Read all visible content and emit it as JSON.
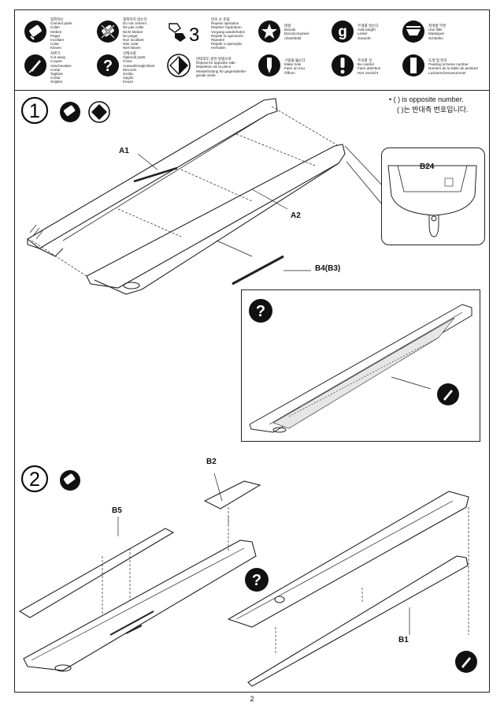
{
  "legend": [
    {
      "lines": [
        "접착하는",
        "Cement parts",
        "Coller",
        "Kleben",
        "Pegar",
        "Incollare",
        "Colar",
        "Kleven"
      ]
    },
    {
      "lines": [
        "접착하지 않는다",
        "Do not cement",
        "Ne pas coller",
        "Nicht kleben",
        "No pegar",
        "Non incollare",
        "Não colar",
        "Niet kleven"
      ]
    },
    {
      "lines": [
        "번호 순 조립",
        "Repeat operation",
        "Répéter l'opération",
        "Vorgang wiederholen",
        "Repetir la operación",
        "Ripetere",
        "Repetir a operação",
        "Herhalen"
      ]
    },
    {
      "lines": [
        "데칼",
        "Decals",
        "Décalcomanies",
        "Abziehbild"
      ]
    },
    {
      "lines": [
        "무게를 넣는다",
        "Add weight",
        "Lester",
        "Gewicht"
      ]
    },
    {
      "lines": [
        "착색할 부분",
        "Use filler",
        "Mastiquer",
        "Schleifen"
      ]
    },
    {
      "lines": [
        "자르기",
        "Cut away",
        "Couper",
        "Abschneiden",
        "Cortar",
        "Tagliare",
        "Cortar",
        "Snijden"
      ]
    },
    {
      "lines": [
        "선택사항",
        "Optional parts",
        "Choix",
        "Auswahlmöglichkeit",
        "Elección",
        "Scelta",
        "Opção",
        "Keuze"
      ]
    },
    {
      "lines": [
        "반대쪽도 같은 방법으로",
        "Repeat for opposite side",
        "Répétition de la pièce",
        "Wiederholung für gegenüberlie-",
        "gende Seite"
      ]
    },
    {
      "lines": [
        "구멍을 뚫는다",
        "Make hole",
        "Faire un trou",
        "Öffnen"
      ]
    },
    {
      "lines": [
        "주의할 것",
        "Be careful",
        "Faire attention",
        "Hier Vorsicht"
      ]
    },
    {
      "lines": [
        "도색 및 번호",
        "Painting scheme number",
        "Numéro de la table de peinture",
        "Lackierschemanummer"
      ]
    }
  ],
  "legend_repeat_numeral": "3",
  "legend_weight_glyph": "g",
  "step1": {
    "number": "1",
    "note_line1": "• (  ) is opposite number.",
    "note_line2": "(  )는 반대측 번호입니다.",
    "labels": {
      "a1": "A1",
      "a2": "A2",
      "b4": "B4(B3)",
      "b24": "B24"
    }
  },
  "step2": {
    "number": "2",
    "labels": {
      "b2": "B2",
      "b5": "B5",
      "b1": "B1"
    }
  },
  "optional_glyph": "?",
  "page_number": "2"
}
